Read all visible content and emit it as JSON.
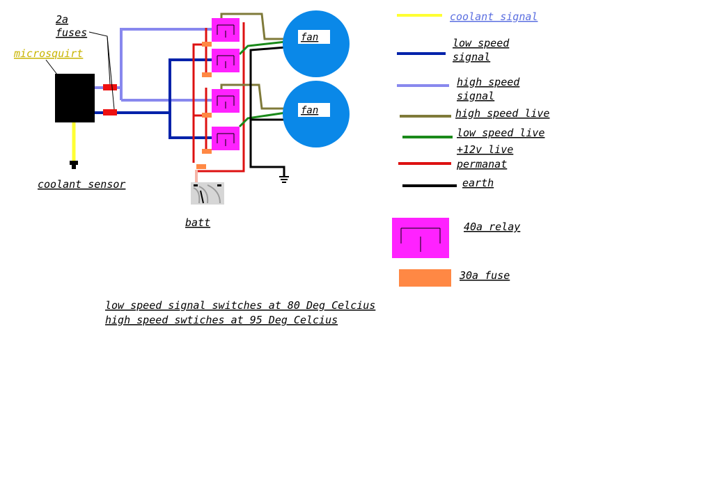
{
  "labels": {
    "fuses_line1": "2a",
    "fuses_line2": "fuses",
    "microsquirt": "microsquirt",
    "coolant_sensor": "coolant sensor",
    "batt": "batt",
    "fan_top": "fan",
    "fan_bottom": "fan"
  },
  "legend": [
    {
      "key": "coolant_signal",
      "lines": [
        "coolant signal"
      ],
      "color": "#ffff33"
    },
    {
      "key": "low_speed_signal",
      "lines": [
        "low speed",
        "signal"
      ],
      "color": "#0022aa"
    },
    {
      "key": "high_speed_signal",
      "lines": [
        "high speed",
        "signal"
      ],
      "color": "#8888ee"
    },
    {
      "key": "high_speed_live",
      "lines": [
        "high speed live"
      ],
      "color": "#7f7a3a"
    },
    {
      "key": "low_speed_live",
      "lines": [
        "low speed live"
      ],
      "color": "#1a8a1a"
    },
    {
      "key": "permanent",
      "lines": [
        "+12v live",
        "permanat"
      ],
      "color": "#dd1111"
    },
    {
      "key": "earth",
      "lines": [
        "earth"
      ],
      "color": "#000000"
    }
  ],
  "symbols": {
    "relay_label": "40a relay",
    "fuse_label": "30a fuse",
    "relay_color": "#ff22ff",
    "fuse_color": "#ff8844"
  },
  "notes": {
    "line1": "low speed signal switches at 80 Deg Celcius",
    "line2": "high speed swtiches at 95 Deg Celcius"
  },
  "colors": {
    "fan": "#0a88e8",
    "fuse_2a": "#ee1111",
    "microsquirt": "#000000"
  }
}
